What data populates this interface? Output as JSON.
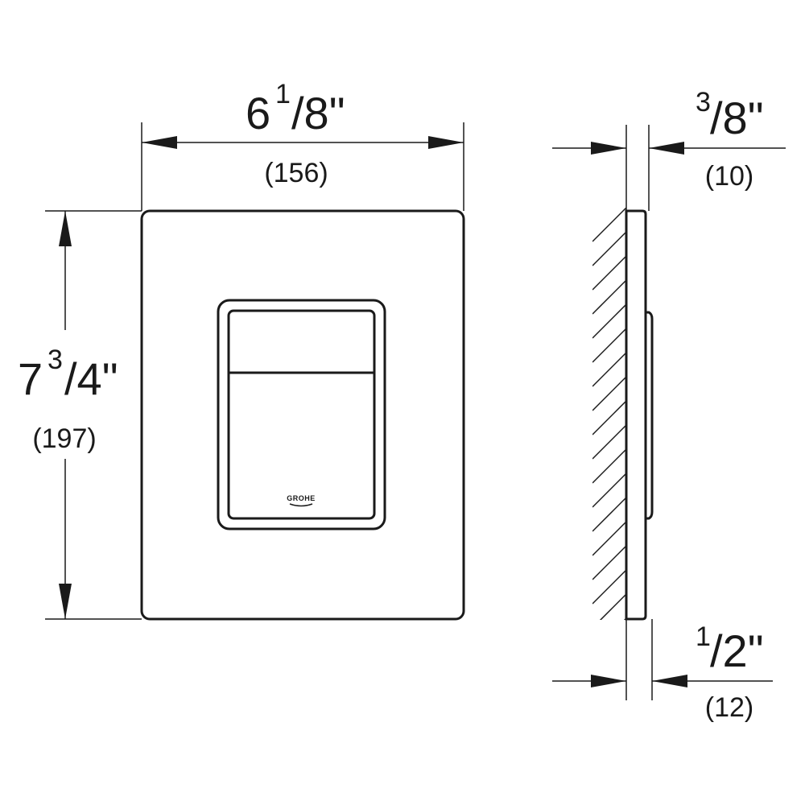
{
  "width_dim": {
    "whole": "6",
    "num": "1",
    "den": "/8\"",
    "mm": "(156)"
  },
  "height_dim": {
    "whole": "7",
    "num": "3",
    "den": "/4\"",
    "mm": "(197)"
  },
  "thickness_top_dim": {
    "num": "3",
    "den": "/8\"",
    "mm": "(10)"
  },
  "thickness_bottom_dim": {
    "num": "1",
    "den": "/2\"",
    "mm": "(12)"
  },
  "brand_logo_text": "GROHE"
}
